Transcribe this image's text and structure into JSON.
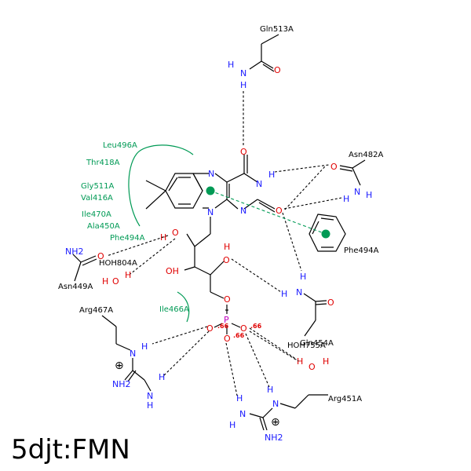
{
  "title": "5djt:FMN",
  "residues": {
    "gln513": "Gln513A",
    "asn482": "Asn482A",
    "phe494_ring": "Phe494A",
    "asn449": "Asn449A",
    "arg467": "Arg467A",
    "gln454": "Gln454A",
    "arg451": "Arg451A"
  },
  "waters": {
    "hoh804": "HOH804A",
    "hoh755": "HOH755A"
  },
  "hydrophobic": {
    "leu496": "Leu496A",
    "thr418": "Thr418A",
    "gly511": "Gly511A",
    "val416": "Val416A",
    "ile470": "Ile470A",
    "ala450": "Ala450A",
    "phe494": "Phe494A",
    "ile466": "Ile466A"
  },
  "atoms": {
    "N": "N",
    "O": "O",
    "H": "H",
    "P": "P",
    "OH": "OH",
    "HO": "HO",
    "NH2": "NH2"
  },
  "charges": {
    "c1": ".66",
    "c2": ".66",
    "c3": ".66"
  },
  "colors": {
    "nitrogen": "#1a1aff",
    "oxygen": "#e00000",
    "phosphorus": "#c000c0",
    "hydrophobic": "#009a55"
  }
}
